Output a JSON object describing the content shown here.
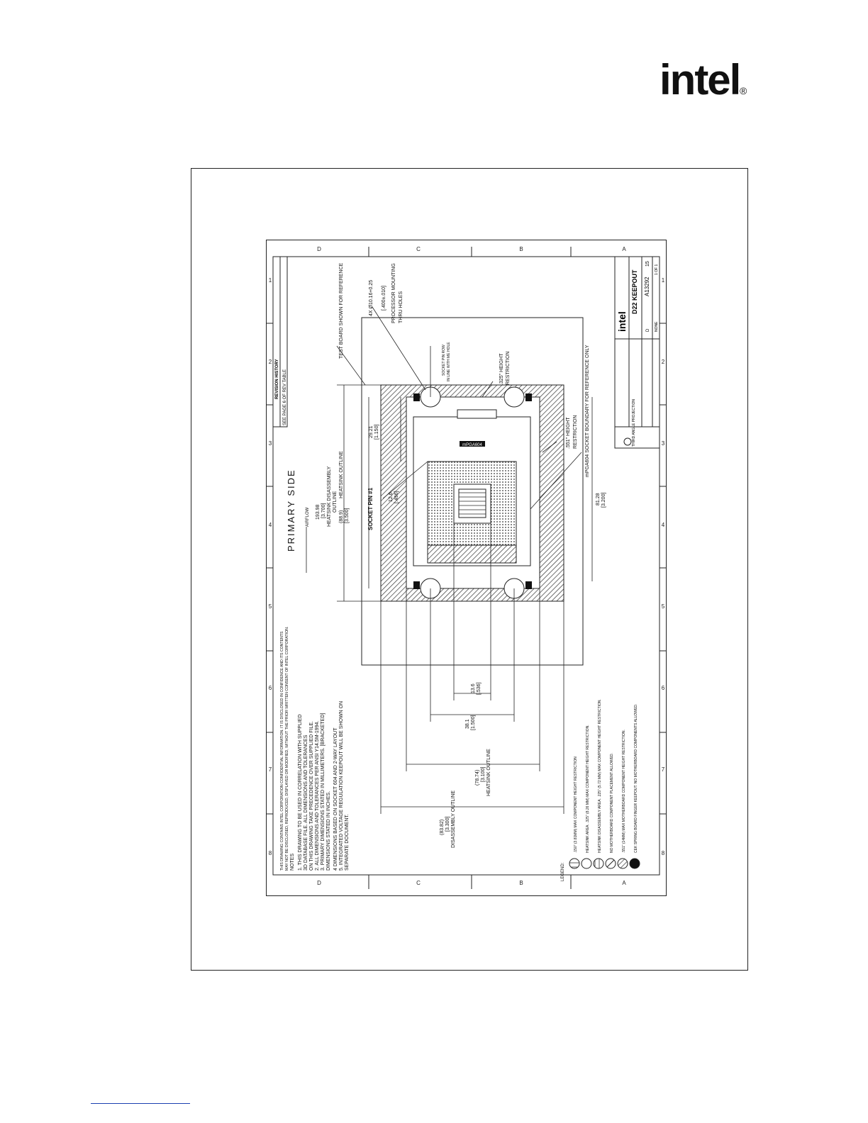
{
  "header": {
    "logo_text": "intel",
    "logo_reg": "®"
  },
  "drawing": {
    "view_title": "PRIMARY SIDE",
    "airflow": "AIRFLOW",
    "component_label": "mPGA604",
    "socket_pin": "SOCKET PIN #1",
    "callouts": {
      "test_board": "TEST BOARD SHOWN FOR REFERENCE",
      "mount_holes_1": "4X Ø10.16+0.25",
      "mount_holes_2": "[.400±.010]",
      "mount_holes_3": "PROCESSOR MOUNTING",
      "mount_holes_4": "THRU HOLES",
      "pin_align_1": "SOCKET PIN ROW",
      "pin_align_2": "IN LINE WITH ME HOLE",
      "h325_1": ".325\" HEIGHT",
      "h325_2": "RESTRICTION",
      "h551_1": ".551\" HEIGHT",
      "h551_2": "RESTRICTION",
      "socket_boundary": "mPGA604 SOCKET BOUNDARY FOR REFERENCE ONLY"
    },
    "dims": {
      "d1_mm": "29.21",
      "d1_in": "[1.150]",
      "d2_mm": "193.98",
      "d2_in": "[3.700]",
      "d2_label_1": "HEATSINK DISASSEMBLY",
      "d2_label_2": "OUTLINE",
      "d3_mm": "(88.9)",
      "d3_in": "[3.500]",
      "d3_label": "HEATSINK OUTLINE",
      "d4_mm": "12.6",
      "d4_in": "[.496]",
      "d5_mm": "81.28",
      "d5_in": "[3.200]",
      "d6_mm": "13.6",
      "d6_in": "[.536]",
      "d7_mm": "38.1",
      "d7_in": "[1.500]",
      "d8_mm": "(78.74)",
      "d8_in": "[3.100]",
      "d8_label": "HEATSINK OUTLINE",
      "d9_mm": "(83.82)",
      "d9_in": "[3.300]",
      "d9_label": "DISASSEMBLY OUTLINE"
    },
    "notes": {
      "confidential_1": "THIS DRAWING CONTAINS INTEL CORPORATION CONFIDENTIAL INFORMATION. IT IS DISCLOSED IN CONFIDENCE AND ITS CONTENTS",
      "confidential_2": "MAY NOT BE DISCLOSED, REPRODUCED, DISPLAYED OR MODIFIED, WITHOUT THE PRIOR WRITTEN CONSENT OF INTEL CORPORATION.",
      "heading": "NOTES",
      "items": [
        "1.  THIS DRAWING TO BE USED IN CORRELATION WITH SUPPLIED",
        "     3D DATABASE FILE. ALL DIMENSIONS AND TOLERANCES",
        "     ON THIS DRAWING TAKE PRECEDENCE OVER SUPPLIED FILE.",
        "2.  ALL DIMENSIONS AND TOLERANCES PER ANSI Y14.5M-1994.",
        "3.  PRIMARY DIMENSIONS STATED IN MILLIMETERS. [BRACKETED]",
        "     DIMENSIONS STATED IN INCHES.",
        "4   DIMENSIONS BASED ON SOCKET 604 AND 2-WAY LAYOUT",
        "5.  INTEGRATED VOLTAGE REGULATION KEEPOUT WILL BE SHOWN ON",
        "     SEPARATE DOCUMENT."
      ]
    },
    "legend": {
      "heading": "LEGEND:",
      "items": [
        ".150\" (3.81MM) MAX COMPONENT HEIGHT RESTRICTION",
        "HEATSINK AREA. .325\" (8.26 MM) MAX COMPONENT HEIGHT RESTRICTION.",
        "HEATSINK DISASSEMBLY AREA. .225\" (5.72 MM) MAX COMPONENT HEIGHT RESTRICTION.",
        "NO MOTHERBOARD COMPONENT PLACEMENT ALLOWED.",
        ".551\" (14MM) MAX MOTHERBOARD COMPONENT HEIGHT RESTRICTION.",
        "CEK SPRING BOARD FINGER KEEPOUT. NO MOTHERBOARD COMPONENTS ALLOWED."
      ]
    },
    "title_block": {
      "company": "intel",
      "title": "D22 KEEPOUT",
      "doc_number": "A13292",
      "rev": "15",
      "size": "D",
      "sheet": "1 OF 1",
      "scale": "NONE",
      "revision_header": "REVISION HISTORY",
      "rev_note": "SEE PAGE 6 OF REV TABLE",
      "projection": "THIRD ANGLE PROJECTION"
    },
    "zones": {
      "letters": [
        "D",
        "C",
        "B",
        "A"
      ],
      "numbers": [
        "8",
        "7",
        "6",
        "5",
        "4",
        "3",
        "2",
        "1"
      ]
    }
  }
}
